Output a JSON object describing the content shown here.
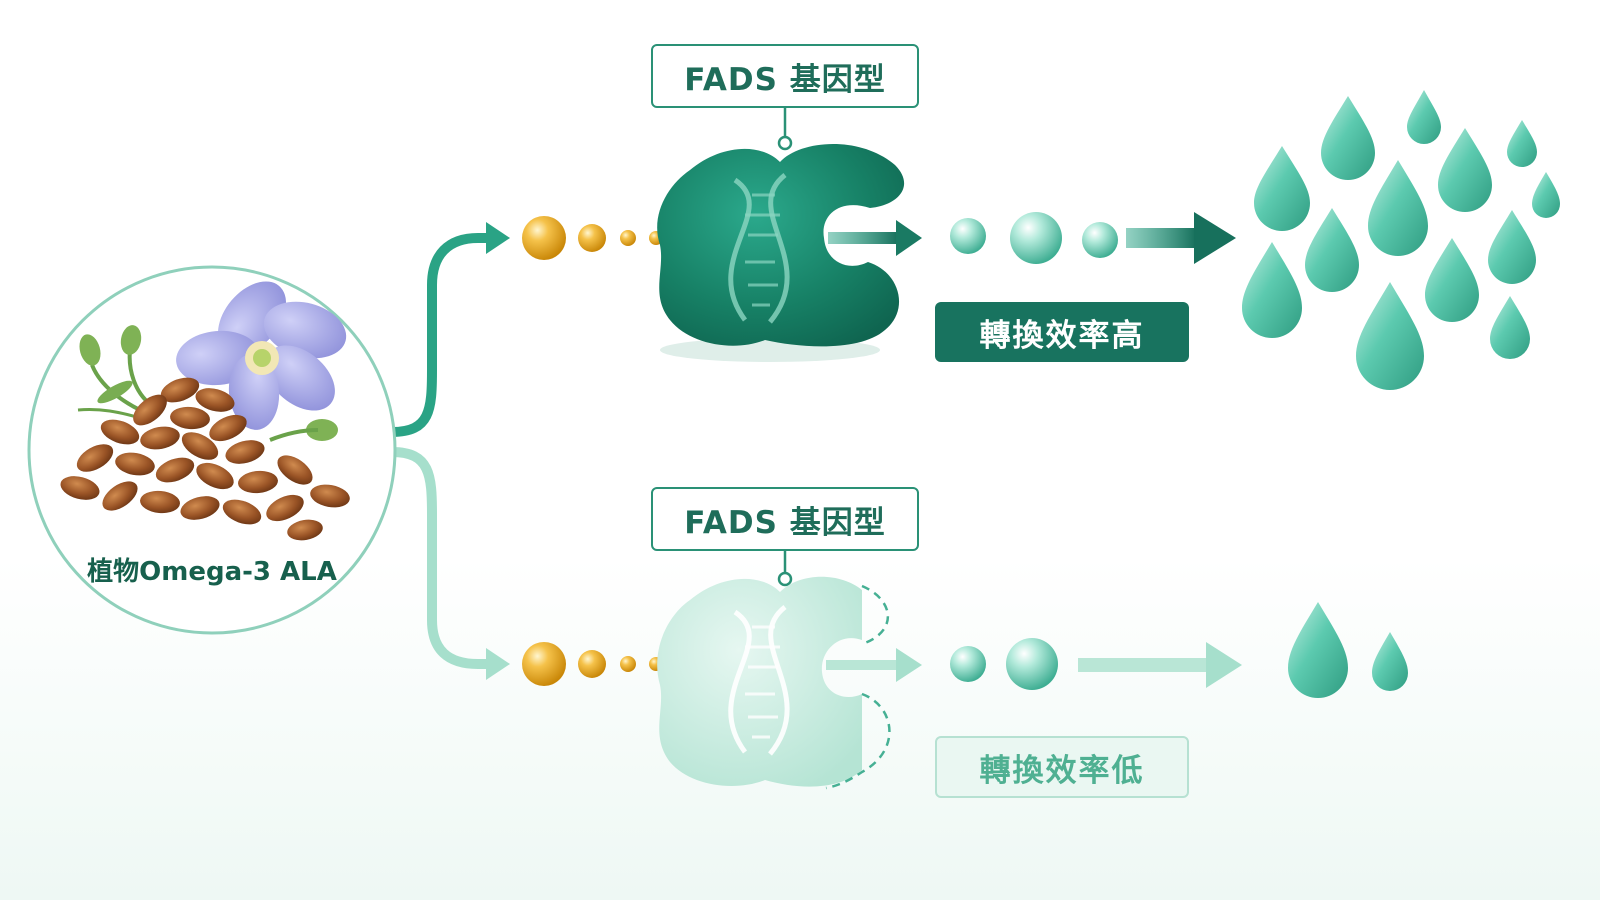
{
  "source": {
    "label": "植物Omega-3 ALA"
  },
  "high_path": {
    "gene_label": "FADS 基因型",
    "efficiency_label": "轉換效率高"
  },
  "low_path": {
    "gene_label": "FADS 基因型",
    "efficiency_label": "轉換效率低"
  },
  "colors": {
    "dark_teal": "#18735f",
    "teal": "#2a9d82",
    "light_teal": "#a6dfcc",
    "amber": "#e9a51c",
    "droplet": "#5cc7ae",
    "seed_brown": "#8a4a22",
    "flower_purple": "#8d8fe0"
  },
  "icons": {
    "source": "flaxseed-flower-icon",
    "enzyme": "enzyme-dna-icon",
    "ala_molecules": "amber-sphere-icon",
    "products": "teal-sphere-icon",
    "output": "droplet-icon"
  }
}
